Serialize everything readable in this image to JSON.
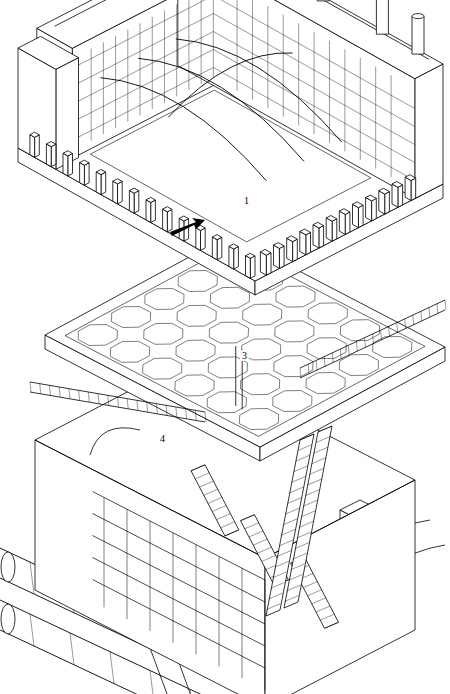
{
  "diagram": {
    "labels": [
      "1",
      "3",
      "4"
    ]
  }
}
